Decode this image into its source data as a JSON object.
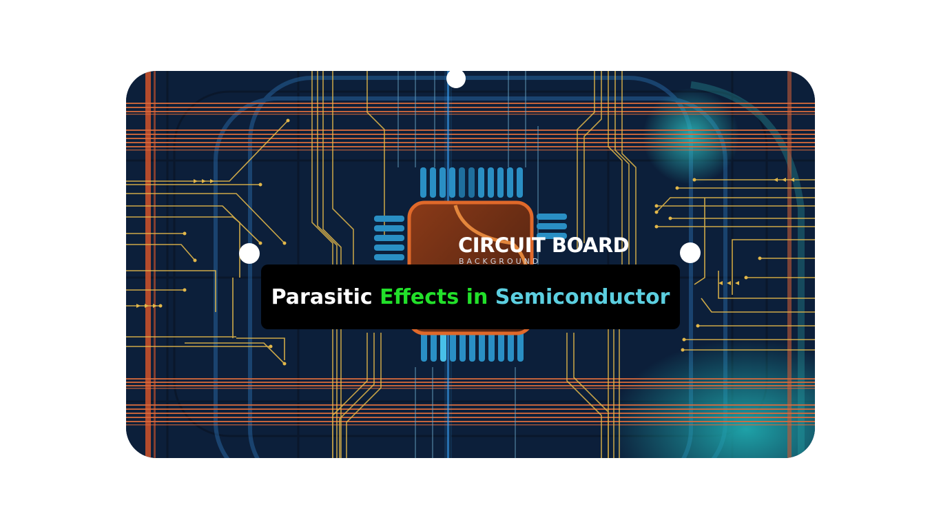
{
  "image": {
    "watermark_title": "CIRCUIT BOARD",
    "watermark_subtitle": "BACKGROUND"
  },
  "title": {
    "part1": "Parasitic",
    "part2": "Effects in",
    "part3": "Semiconductor",
    "colors": {
      "part1": "#ffffff",
      "part2": "#22e02a",
      "part3": "#5ccfe0"
    }
  }
}
